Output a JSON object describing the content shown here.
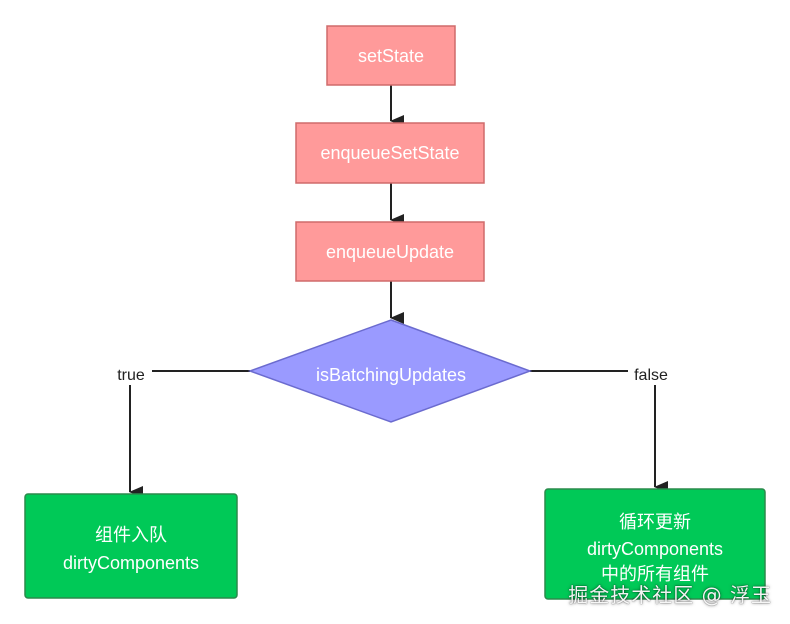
{
  "nodes": {
    "set_state": {
      "label": "setState"
    },
    "enqueue_set_state": {
      "label": "enqueueSetState"
    },
    "enqueue_update": {
      "label": "enqueueUpdate"
    },
    "decision": {
      "label": "isBatchingUpdates"
    },
    "true_branch": {
      "line1": "组件入队",
      "line2": "dirtyComponents"
    },
    "false_branch": {
      "line1": "循环更新",
      "line2": "dirtyComponents",
      "line3": "中的所有组件"
    }
  },
  "edges": {
    "true_label": "true",
    "false_label": "false"
  },
  "watermark": "掘金技术社区 @ 浮玉",
  "colors": {
    "process_fill": "#ff9a9a",
    "process_stroke": "#cf6b6b",
    "decision_fill": "#9a9aff",
    "decision_stroke": "#6b6bcf",
    "terminal_fill": "#00c957",
    "terminal_stroke": "#2b8a4c",
    "edge": "#222222"
  }
}
